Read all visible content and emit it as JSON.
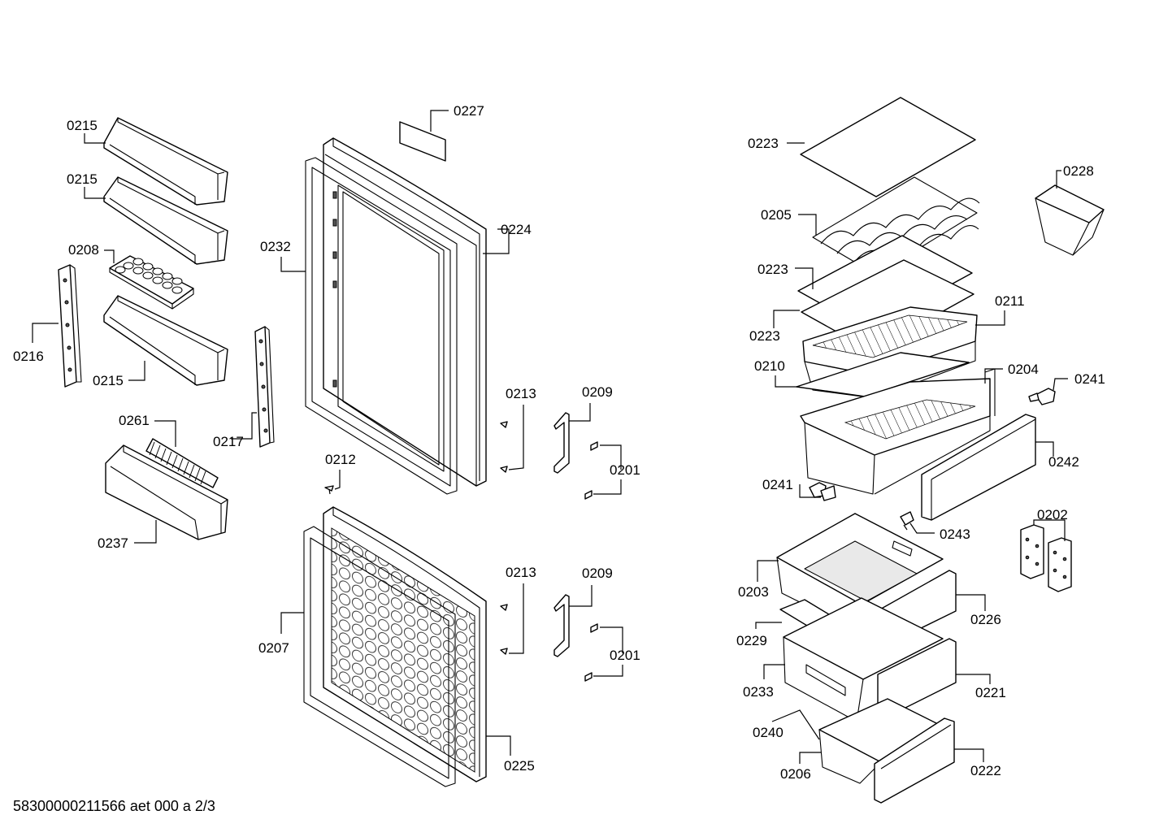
{
  "labels": {
    "p0215a": "0215",
    "p0215b": "0215",
    "p0208": "0208",
    "p0216": "0216",
    "p0215c": "0215",
    "p0261": "0261",
    "p0217": "0217",
    "p0237": "0237",
    "p0227": "0227",
    "p0232": "0232",
    "p0224": "0224",
    "p0212": "0212",
    "p0213a": "0213",
    "p0209a": "0209",
    "p0201a": "0201",
    "p0207": "0207",
    "p0213b": "0213",
    "p0209b": "0209",
    "p0201b": "0201",
    "p0225": "0225",
    "p0223a": "0223",
    "p0205": "0205",
    "p0223b": "0223",
    "p0223c": "0223",
    "p0211": "0211",
    "p0210": "0210",
    "p0204": "0204",
    "p0241a": "0241",
    "p0228": "0228",
    "p0242": "0242",
    "p0241b": "0241",
    "p0243": "0243",
    "p0202": "0202",
    "p0203": "0203",
    "p0226": "0226",
    "p0229": "0229",
    "p0233": "0233",
    "p0221": "0221",
    "p0240": "0240",
    "p0206": "0206",
    "p0222": "0222"
  },
  "footer": "58300000211566 aet 000 a 2/3"
}
